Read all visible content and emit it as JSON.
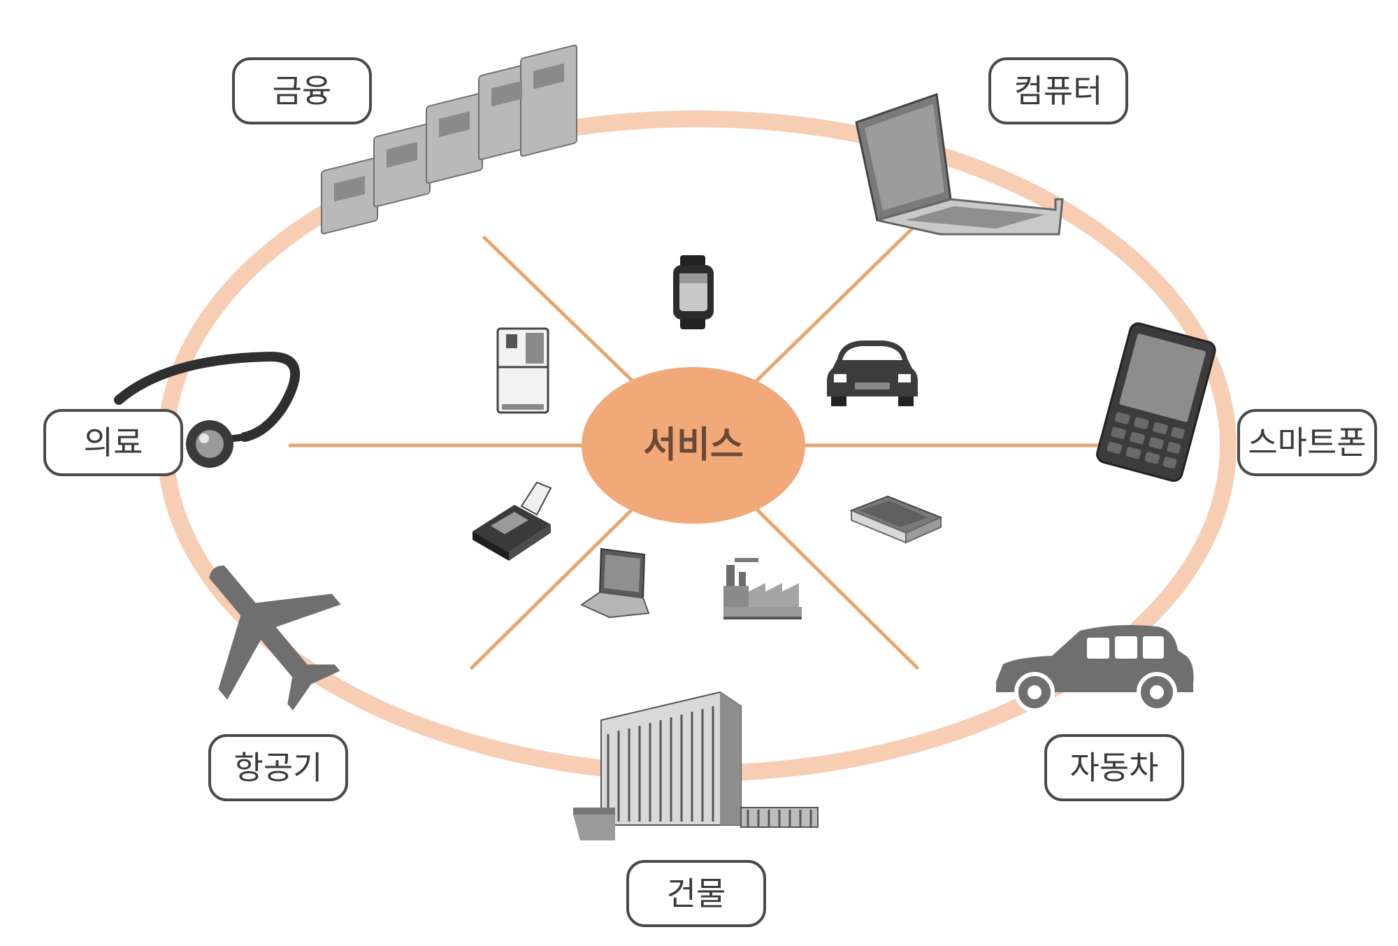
{
  "diagram": {
    "center_label": "서비스",
    "outer_items": [
      {
        "key": "finance",
        "label": "금융",
        "icon": "money-stack-icon"
      },
      {
        "key": "computer",
        "label": "컴퓨터",
        "icon": "laptop-icon"
      },
      {
        "key": "smartphone",
        "label": "스마트폰",
        "icon": "smartphone-icon"
      },
      {
        "key": "car",
        "label": "자동차",
        "icon": "taxi-car-icon"
      },
      {
        "key": "building",
        "label": "건물",
        "icon": "office-building-icon"
      },
      {
        "key": "aircraft",
        "label": "항공기",
        "icon": "airplane-icon"
      },
      {
        "key": "medical",
        "label": "의료",
        "icon": "stethoscope-icon"
      }
    ],
    "inner_icons": [
      "smartwatch-icon",
      "refrigerator-icon",
      "car-front-icon",
      "fax-machine-icon",
      "notebook-icon",
      "factory-icon",
      "book-icon"
    ],
    "colors": {
      "ring": "#f7cdb3",
      "spokes": "#e8a56e",
      "center_fill": "#f2a97a",
      "label_border": "#4a4a4a",
      "icon_gray": "#6f6f6f"
    }
  }
}
